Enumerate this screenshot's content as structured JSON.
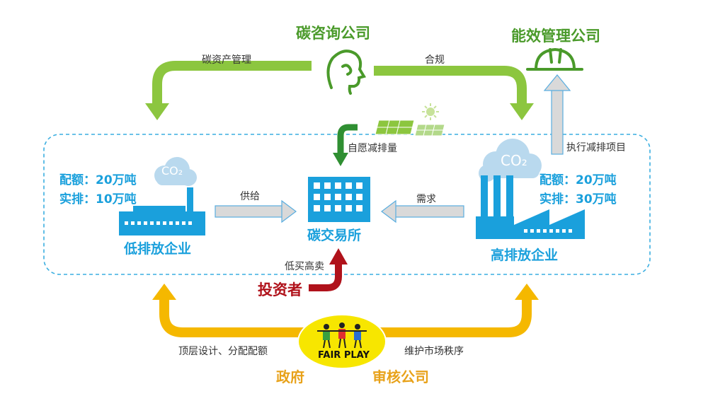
{
  "nodes": {
    "carbon_consulting": "碳咨询公司",
    "energy_mgmt": "能效管理公司",
    "low_emission": "低排放企业",
    "high_emission": "高排放企业",
    "exchange": "碳交易所",
    "investor": "投资者",
    "government": "政府",
    "auditor": "审核公司"
  },
  "quotas": {
    "low": {
      "quota": "配额：20万吨",
      "actual": "实排：10万吨"
    },
    "high": {
      "quota": "配额：20万吨",
      "actual": "实排：30万吨"
    }
  },
  "flows": {
    "carbon_asset_mgmt": "碳资产管理",
    "compliance": "合规",
    "voluntary": "自愿减排量",
    "execute_projects": "执行减排项目",
    "supply": "供给",
    "demand": "需求",
    "buy_low_sell_high": "低买高卖",
    "top_design": "顶层设计、分配配额",
    "market_order": "维护市场秩序"
  },
  "badges": {
    "co2_low": "CO₂",
    "co2_high": "CO₂",
    "fair_play": "FAIR PLAY"
  },
  "colors": {
    "green": "#8cc63f",
    "dark_green": "#2f8f32",
    "blue": "#1aa0dc",
    "light_blue": "#b9d9ee",
    "red": "#b0121b",
    "orange": "#f5b800",
    "gray_arrow": "#d9d9d9"
  }
}
